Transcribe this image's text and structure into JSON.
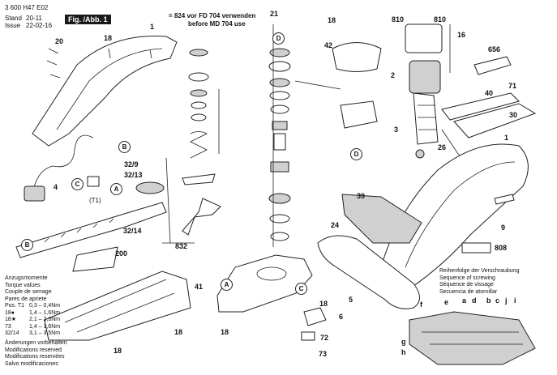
{
  "header": {
    "doc_number": "3 600 H47 E02",
    "stand_label": "Stand",
    "stand_date": "20-11",
    "issue_label": "Issue",
    "issue_date": "22-02-16",
    "fig_label": "Fig. /Abb. 1"
  },
  "note_824": {
    "line1": "= 824  vor FD 704 verwenden",
    "line2": "before MD 704 use"
  },
  "torque": {
    "lines": [
      "Anzugsmomente",
      "Torque values",
      "Couple de serrage",
      "Pares de apriete"
    ],
    "rows": [
      {
        "pos": "Pos. T1",
        "val": "0,3  –  0,4Nm"
      },
      {
        "pos": "18●",
        "val": "1,4  –  1,6Nm"
      },
      {
        "pos": "18★",
        "val": "2,1  –  2,3Nm"
      },
      {
        "pos": "73",
        "val": "1,4  –  1,6Nm"
      },
      {
        "pos": "32/14",
        "val": "3,1  –  3,5Nm"
      }
    ]
  },
  "modifications": [
    "Änderungen vorbehalten",
    "Modifications reserved",
    "Modifications reservées",
    "Salvo modificaciones"
  ],
  "sequence": {
    "lines": [
      "Reihenfolge der Verschraubung",
      "Sequence of screwing",
      "Séquence de vissage",
      "Secuencia de atornillar"
    ]
  },
  "part_numbers": {
    "p1a": "1",
    "p1b": "1",
    "p2": "2",
    "p3": "3",
    "p4": "4",
    "p5": "5",
    "p6": "6",
    "p9": "9",
    "p16": "16",
    "p18_top": "18",
    "p18_a": "18",
    "p18_b": "18",
    "p18_c": "18",
    "p18_d": "18",
    "p18_e": "18",
    "p20": "20",
    "p21": "21",
    "p24": "24",
    "p26": "26",
    "p30": "30",
    "p32_9": "32/9",
    "p32_13": "32/13",
    "p32_14": "32/14",
    "p39": "39",
    "p40": "40",
    "p41": "41",
    "p42": "42",
    "p71": "71",
    "p72": "72",
    "p73": "73",
    "p200": "200",
    "p656": "656",
    "p808": "808",
    "p810a": "810",
    "p810b": "810",
    "p832": "832",
    "t1": "(T1)"
  },
  "circle_labels": {
    "a1": "A",
    "a2": "A",
    "b1": "B",
    "b2": "B",
    "c1": "C",
    "c2": "C",
    "d1": "D",
    "d2": "D"
  },
  "sequence_letters": {
    "f": "f",
    "e": "e",
    "a": "a",
    "d": "d",
    "b": "b",
    "c": "c",
    "j": "j",
    "i": "i",
    "g": "g",
    "h": "h"
  }
}
